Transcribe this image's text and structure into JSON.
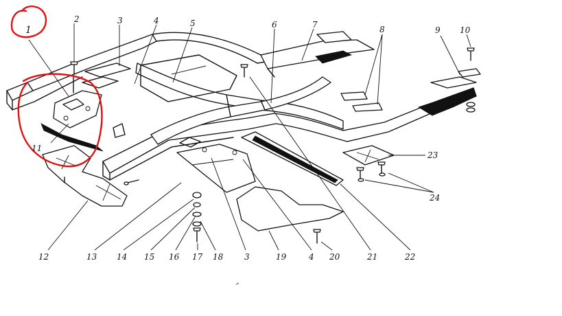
{
  "diagram": {
    "callouts": {
      "c1": "1",
      "c2": "2",
      "c3": "3",
      "c4": "4",
      "c5": "5",
      "c6": "6",
      "c7": "7",
      "c8": "8",
      "c9": "9",
      "c10": "10",
      "c11": "11",
      "c12": "12",
      "c13": "13",
      "c14": "14",
      "c15": "15",
      "c16": "16",
      "c17": "17",
      "c18": "18",
      "c3b": "3",
      "c19": "19",
      "c4b": "4",
      "c20": "20",
      "c21": "21",
      "c22": "22",
      "c23": "23",
      "c24": "24"
    },
    "highlight_color": "#e01010",
    "line_color": "#111111"
  }
}
